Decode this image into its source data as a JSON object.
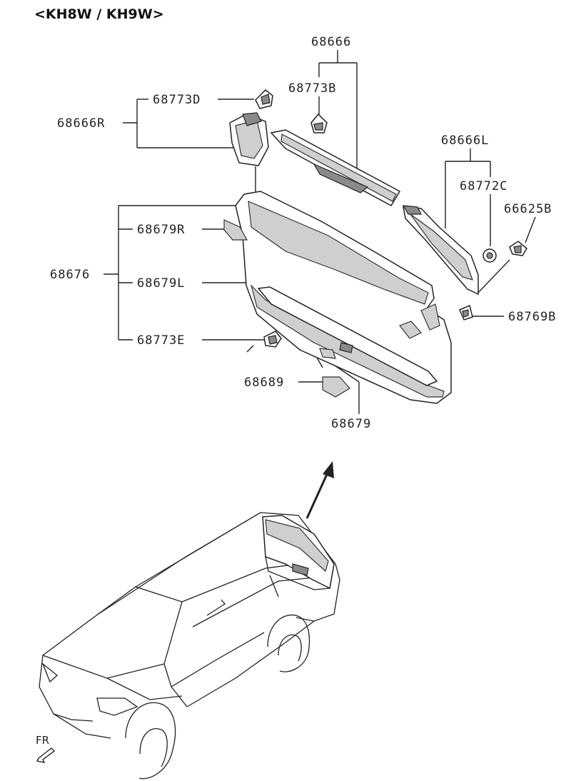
{
  "title": "<KH8W / KH9W>",
  "labels": {
    "p68666": "68666",
    "p68773B": "68773B",
    "p68773D": "68773D",
    "p68666R": "68666R",
    "p68666L": "68666L",
    "p68772C": "68772C",
    "p66625B": "66625B",
    "p68679R": "68679R",
    "p68676": "68676",
    "p68679L": "68679L",
    "p68769B": "68769B",
    "p68773E": "68773E",
    "p68689": "68689",
    "p68679": "68679"
  },
  "front_label": "FR"
}
